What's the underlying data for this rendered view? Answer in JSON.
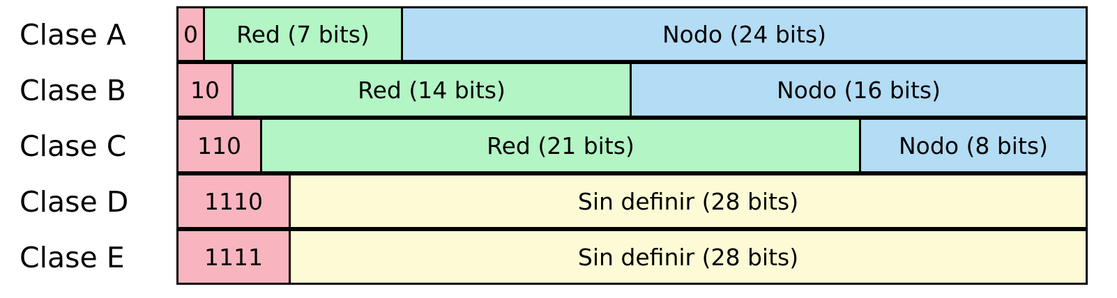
{
  "colors": {
    "prefix": "#f8b5bf",
    "red": "#b3f5c4",
    "nodo": "#b3dcf5",
    "undefined": "#fdfbd5",
    "border": "#000000"
  },
  "rows": [
    {
      "label": "Clase A",
      "segments": [
        {
          "text": "0",
          "kind": "prefix",
          "bits": 1
        },
        {
          "text": "Red (7 bits)",
          "kind": "red",
          "bits": 7
        },
        {
          "text": "Nodo (24 bits)",
          "kind": "nodo",
          "bits": 24
        }
      ]
    },
    {
      "label": "Clase B",
      "segments": [
        {
          "text": "10",
          "kind": "prefix",
          "bits": 2
        },
        {
          "text": "Red (14 bits)",
          "kind": "red",
          "bits": 14
        },
        {
          "text": "Nodo (16 bits)",
          "kind": "nodo",
          "bits": 16
        }
      ]
    },
    {
      "label": "Clase C",
      "segments": [
        {
          "text": "110",
          "kind": "prefix",
          "bits": 3
        },
        {
          "text": "Red (21 bits)",
          "kind": "red",
          "bits": 21
        },
        {
          "text": "Nodo (8 bits)",
          "kind": "nodo",
          "bits": 8
        }
      ]
    },
    {
      "label": "Clase D",
      "segments": [
        {
          "text": "1110",
          "kind": "prefix",
          "bits": 4
        },
        {
          "text": "Sin definir (28 bits)",
          "kind": "undefined",
          "bits": 28
        }
      ]
    },
    {
      "label": "Clase E",
      "segments": [
        {
          "text": "1111",
          "kind": "prefix",
          "bits": 4
        },
        {
          "text": "Sin definir (28 bits)",
          "kind": "undefined",
          "bits": 28
        }
      ]
    }
  ]
}
